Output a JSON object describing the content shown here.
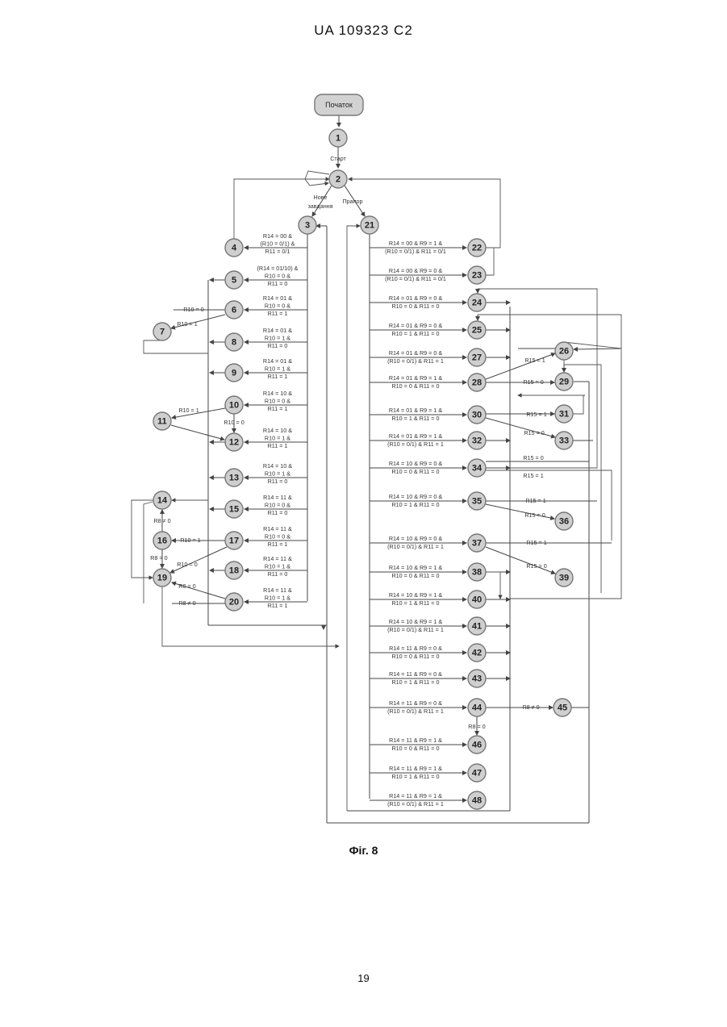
{
  "header": {
    "doc_id": "UA   109323   C2"
  },
  "figure": {
    "caption": "Фіг. 8"
  },
  "page": {
    "number": "19"
  },
  "diagram": {
    "start_label": "Початок",
    "nodes": [
      "1",
      "2",
      "3",
      "4",
      "5",
      "6",
      "7",
      "8",
      "9",
      "10",
      "11",
      "12",
      "13",
      "14",
      "15",
      "16",
      "17",
      "18",
      "19",
      "20",
      "21",
      "22",
      "23",
      "24",
      "25",
      "26",
      "27",
      "28",
      "29",
      "30",
      "31",
      "32",
      "33",
      "34",
      "35",
      "36",
      "37",
      "38",
      "39",
      "40",
      "41",
      "42",
      "43",
      "44",
      "45",
      "46",
      "47",
      "48"
    ],
    "edge_labels": {
      "start": "Старт",
      "new_task": [
        "Нове",
        "завдання"
      ],
      "flag": "Прапор",
      "r10_0": "R10 = 0",
      "r10_1": "R10 = 1",
      "r8_ne_0": "R8 ≠ 0",
      "r8_0": "R8 = 0",
      "r15_1": "R15 = 1",
      "r15_0": "R15 = 0"
    },
    "left_conditions": [
      [
        "R14 = 00 &",
        "(R10 = 0/1) &",
        "R11 = 0/1"
      ],
      [
        "(R14 = 01/10) &",
        "R10 = 0 &",
        "R11 = 0"
      ],
      [
        "R14 = 01 &",
        "R10 = 0 &",
        "R11 = 1"
      ],
      [
        "R14 = 01 &",
        "R10 = 1 &",
        "R11 = 0"
      ],
      [
        "R14 = 01 &",
        "R10 = 1 &",
        "R11 = 1"
      ],
      [
        "R14 = 10 &",
        "R10 = 0 &",
        "R11 = 1"
      ],
      [
        "R14 = 10 &",
        "R10 = 1 &",
        "R11 = 1"
      ],
      [
        "R14 = 10 &",
        "R10 = 1 &",
        "R11 = 0"
      ],
      [
        "R14 = 11 &",
        "R10 = 0 &",
        "R11 = 0"
      ],
      [
        "R14 = 11 &",
        "R10 = 0 &",
        "R11 = 1"
      ],
      [
        "R14 = 11 &",
        "R10 = 1 &",
        "R11 = 0"
      ],
      [
        "R14 = 11 &",
        "R10 = 1 &",
        "R11 = 1"
      ]
    ],
    "right_conditions": [
      [
        "R14 = 00 & R9 = 1 &",
        "(R10 = 0/1) & R11 = 0/1"
      ],
      [
        "R14 = 00 & R9 = 0 &",
        "(R10 = 0/1) & R11 = 0/1"
      ],
      [
        "R14 = 01 & R9 = 0 &",
        "R10 = 0 & R11 = 0"
      ],
      [
        "R14 = 01 & R9 = 0 &",
        "R10 = 1 & R11 = 0"
      ],
      [
        "R14 = 01 & R9 = 0 &",
        "(R10 = 0/1) & R11 = 1"
      ],
      [
        "R14 = 01 & R9 = 1 &",
        "R10 = 0 & R11 = 0"
      ],
      [
        "R14 = 01 & R9 = 1 &",
        "R10 = 1 & R11 = 0"
      ],
      [
        "R14 = 01 & R9 = 1 &",
        "(R10 = 0/1) & R11 = 1"
      ],
      [
        "R14 = 10 & R9 = 0 &",
        "R10 = 0 & R11 = 0"
      ],
      [
        "R14 = 10 & R9 = 0 &",
        "R10 = 1 & R11 = 0"
      ],
      [
        "R14 = 10 & R9 = 0 &",
        "(R10 = 0/1) & R11 = 1"
      ],
      [
        "R14 = 10 & R9 = 1 &",
        "R10 = 0 & R11 = 0"
      ],
      [
        "R14 = 10 & R9 = 1 &",
        "R10 = 1 & R11 = 0"
      ],
      [
        "R14 = 10 & R9 = 1 &",
        "(R10 = 0/1) & R11 = 1"
      ],
      [
        "R14 = 11 & R9 = 0 &",
        "R10 = 0 & R11 = 0"
      ],
      [
        "R14 = 11 & R9 = 0 &",
        "R10 = 1 & R11 = 0"
      ],
      [
        "R14 = 11 & R9 = 0 &",
        "(R10 = 0/1) & R11 = 1"
      ],
      [
        "R14 = 11 & R9 = 1 &",
        "R10 = 0 & R11 = 0"
      ],
      [
        "R14 = 11 & R9 = 1 &",
        "R10 = 1 & R11 = 0"
      ],
      [
        "R14 = 11 & R9 = 1 &",
        "(R10 = 0/1) & R11 = 1"
      ]
    ]
  }
}
